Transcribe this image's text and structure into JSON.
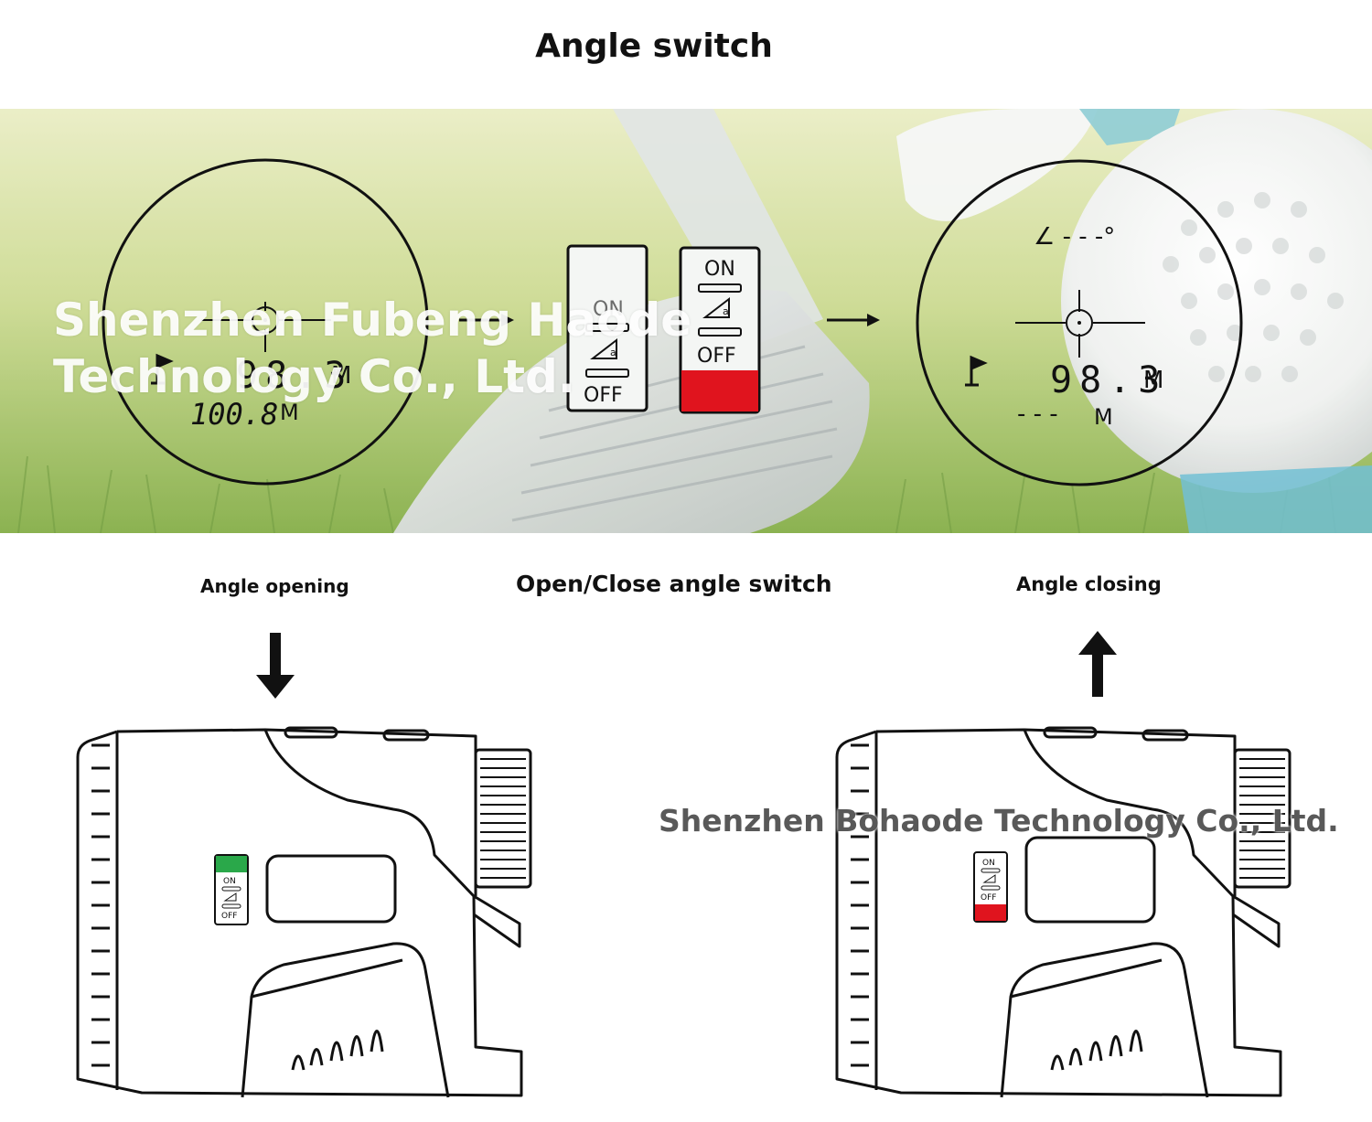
{
  "title": "Angle switch",
  "watermark_top": [
    "Shenzhen Fubeng Haode",
    "Technology Co., Ltd."
  ],
  "watermark_bottom": "Shenzhen Bohaode Technology Co., Ltd.",
  "labels": {
    "angle_opening": "Angle opening",
    "open_close": "Open/Close angle switch",
    "angle_closing": "Angle closing"
  },
  "view_left": {
    "distance": "98.3",
    "unit": "M",
    "horiz": "100.8",
    "horiz_unit": "M"
  },
  "view_right": {
    "distance": "98.3",
    "unit": "M",
    "dashes": "- - -",
    "horiz_unit": "M",
    "angle": "∠ - - -°"
  },
  "switch": {
    "on": "ON",
    "off": "OFF"
  },
  "colors": {
    "on_green": "#2aa84a",
    "off_red": "#e0141e"
  }
}
